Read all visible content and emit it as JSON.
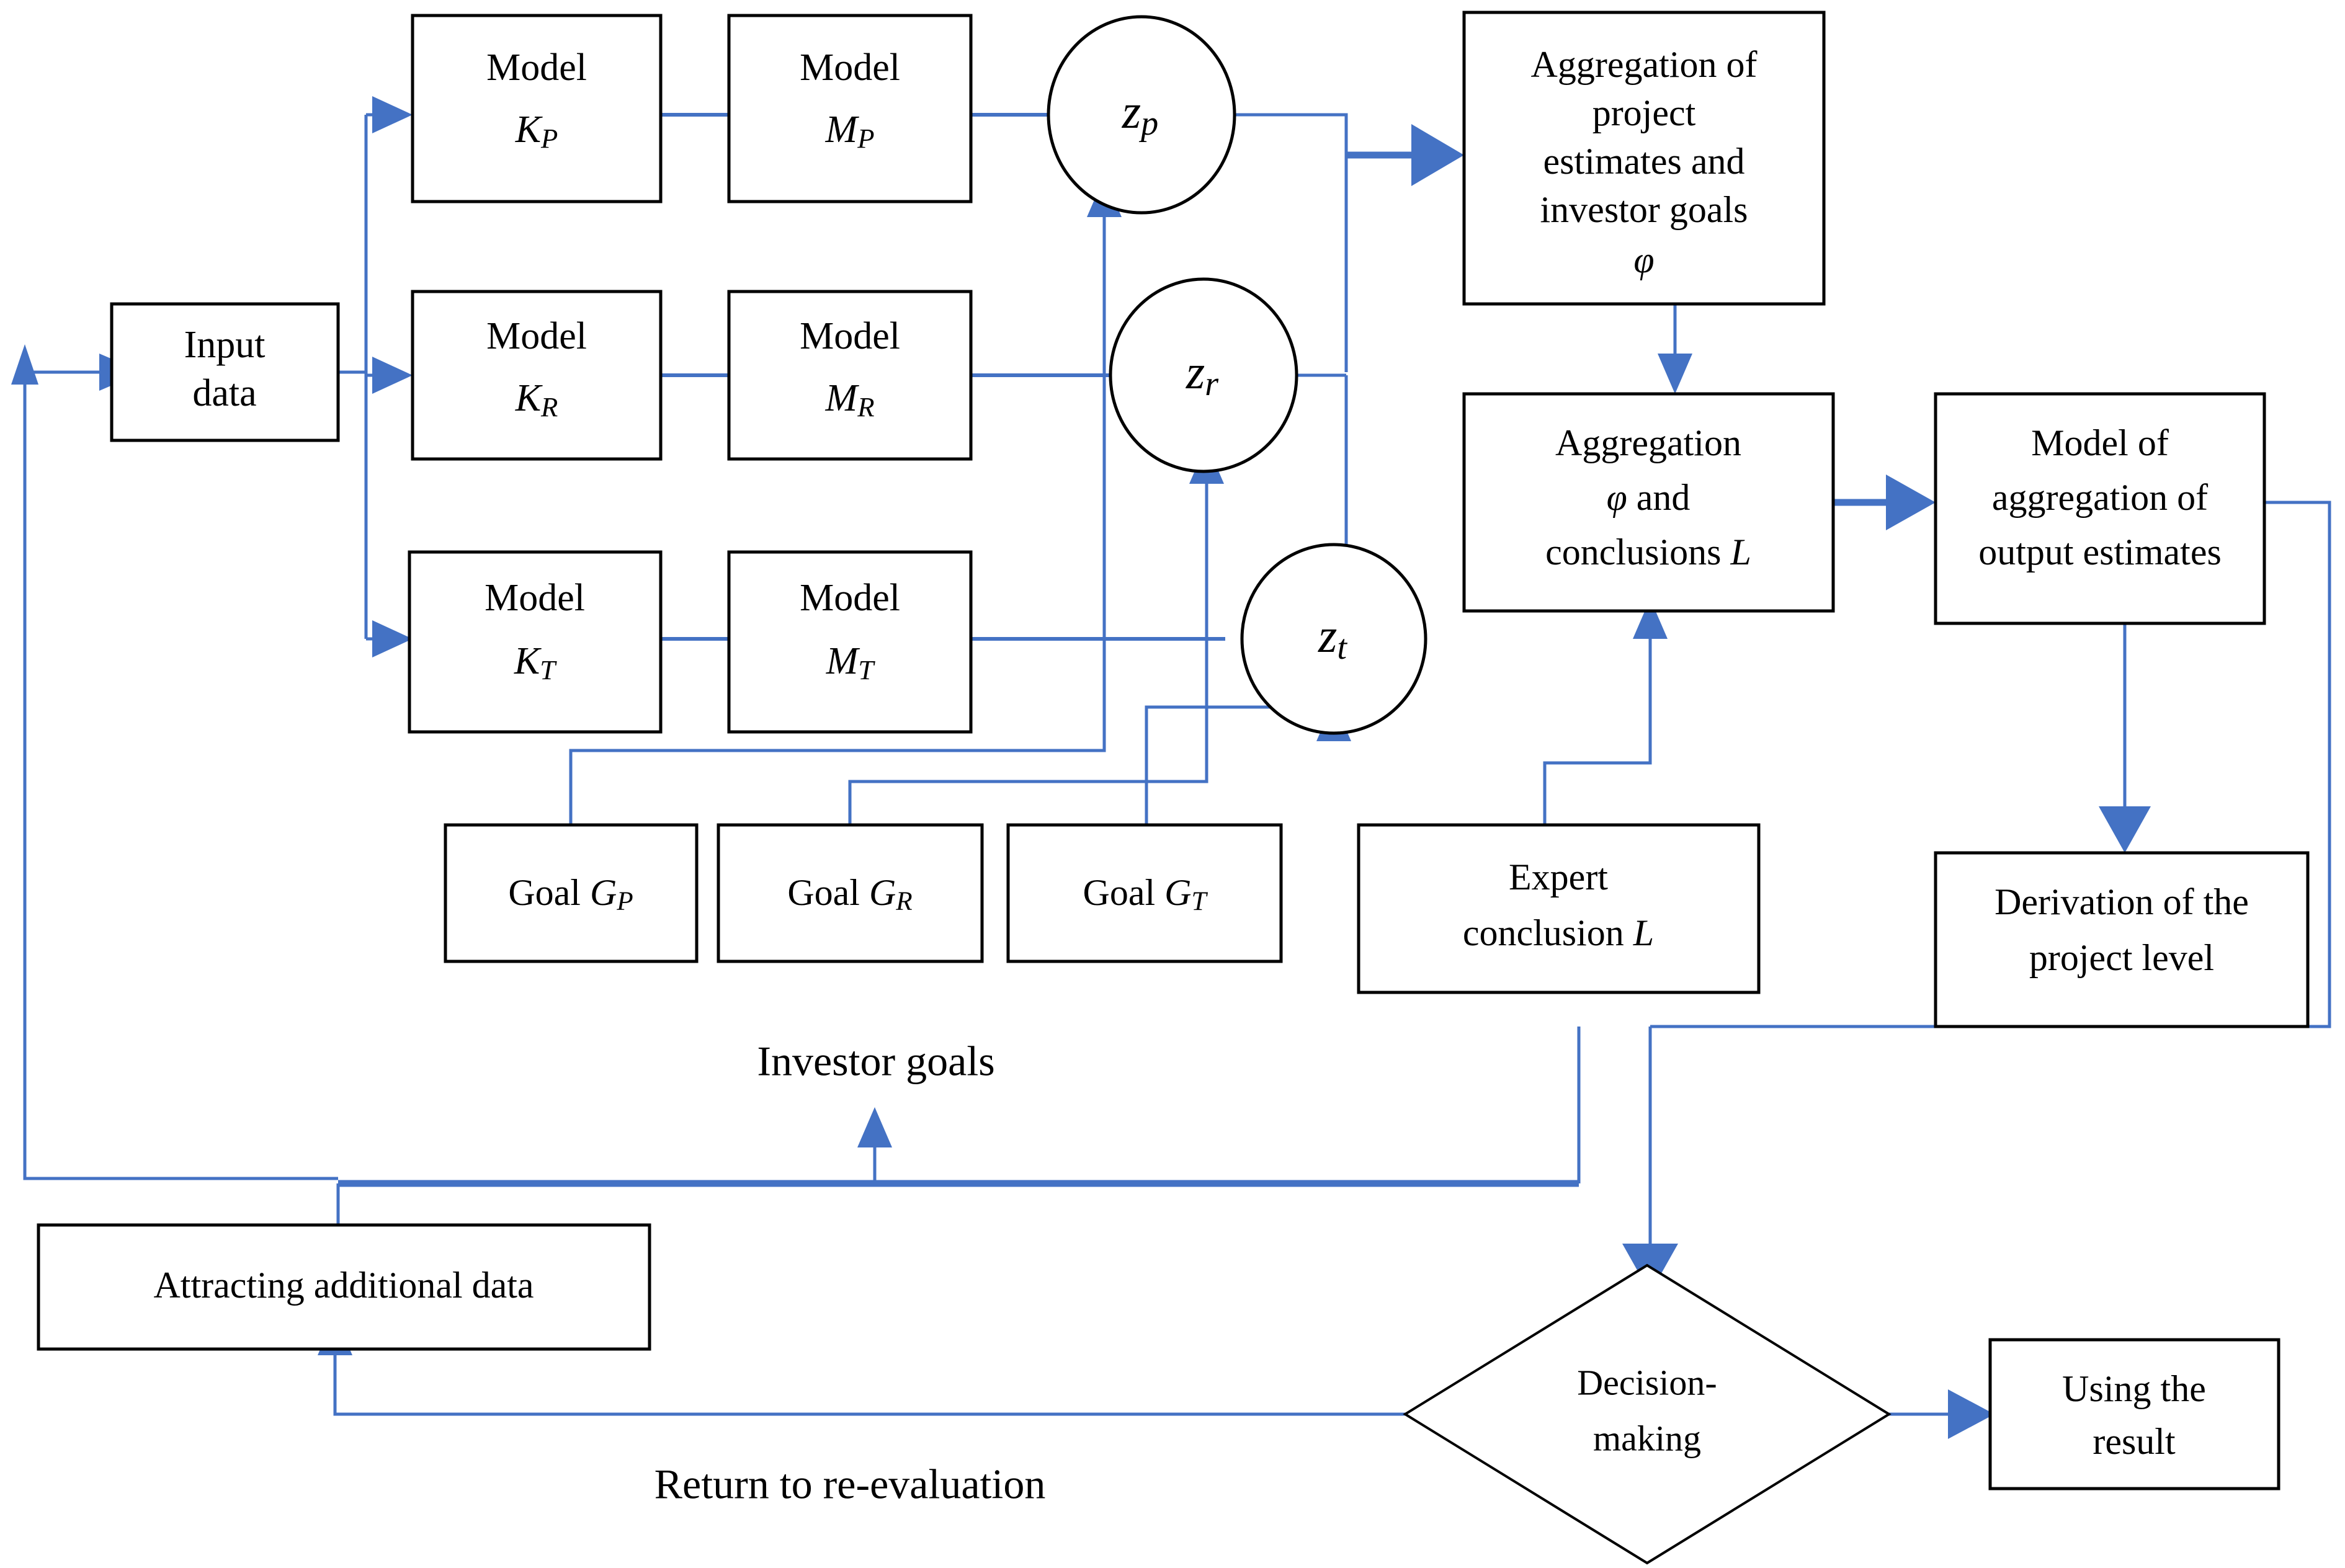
{
  "diagram": {
    "title_present": false,
    "colors": {
      "connector": "#4472C4",
      "shape_border": "#000000",
      "shape_fill": "#ffffff",
      "text": "#000000"
    },
    "nodes": {
      "input_data": {
        "line1": "Input",
        "line2": "data"
      },
      "model_kp": {
        "line1": "Model",
        "base": "K",
        "sub": "P"
      },
      "model_mp": {
        "line1": "Model",
        "base": "M",
        "sub": "P"
      },
      "model_kr": {
        "line1": "Model",
        "base": "K",
        "sub": "R"
      },
      "model_mr": {
        "line1": "Model",
        "base": "M",
        "sub": "R"
      },
      "model_kt": {
        "line1": "Model",
        "base": "K",
        "sub": "T"
      },
      "model_mt": {
        "line1": "Model",
        "base": "M",
        "sub": "T"
      },
      "z_p": {
        "base": "z",
        "sub": "p"
      },
      "z_r": {
        "base": "z",
        "sub": "r"
      },
      "z_t": {
        "base": "z",
        "sub": "t"
      },
      "aggregation_project": {
        "line1": "Aggregation of",
        "line2": "project",
        "line3": "estimates and",
        "line4": "investor goals",
        "line5": "φ"
      },
      "aggregation_conclusions": {
        "line1": "Aggregation",
        "line2a": "φ",
        "line2b": " and",
        "line3a": "conclusions ",
        "line3b": "L"
      },
      "model_output": {
        "line1": "Model of",
        "line2": "aggregation of",
        "line3": "output estimates"
      },
      "derivation": {
        "line1": "Derivation of the",
        "line2": "project level"
      },
      "goal_gp": {
        "prefix": "Goal ",
        "base": "G",
        "sub": "P"
      },
      "goal_gr": {
        "prefix": "Goal ",
        "base": "G",
        "sub": "R"
      },
      "goal_gt": {
        "prefix": "Goal ",
        "base": "G",
        "sub": "T"
      },
      "expert_conclusion": {
        "line1": "Expert",
        "line2a": "conclusion ",
        "line2b": "L"
      },
      "decision_making": {
        "line1": "Decision-",
        "line2": "making"
      },
      "using_result": {
        "line1": "Using the",
        "line2": "result"
      },
      "attracting_data": {
        "line1": "Attracting additional data"
      }
    },
    "labels": {
      "investor_goals": "Investor goals",
      "return_to_reevaluation": "Return to re-evaluation"
    }
  }
}
